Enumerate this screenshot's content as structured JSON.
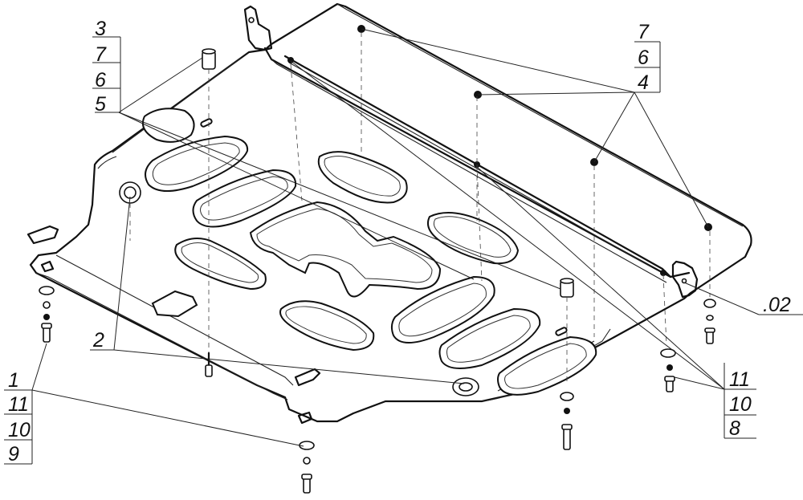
{
  "drawing": {
    "callouts": {
      "group_top_left": [
        "3",
        "7",
        "6",
        "5"
      ],
      "group_top_right": [
        "7",
        "6",
        "4"
      ],
      "ref_right": ".02",
      "group_bottom_right": [
        "11",
        "10",
        "8"
      ],
      "ref_left": "2",
      "group_bottom_left": [
        "1",
        "11",
        "10",
        "9"
      ]
    }
  }
}
